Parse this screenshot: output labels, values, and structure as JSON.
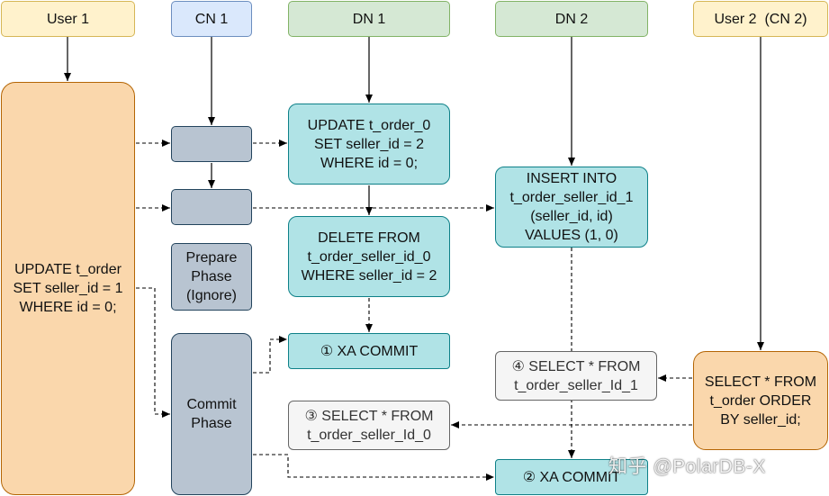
{
  "headers": {
    "user1": "User 1",
    "cn1": "CN 1",
    "dn1": "DN 1",
    "dn2": "DN 2",
    "user2": "User 2  (CN 2)"
  },
  "user1_sql": "UPDATE t_order\nSET seller_id = 1\nWHERE id = 0;",
  "cn1": {
    "prepare_phase": "Prepare\nPhase\n(Ignore)",
    "commit_phase": "Commit\nPhase"
  },
  "dn1": {
    "update": "UPDATE t_order_0\nSET seller_id = 2\nWHERE id = 0;",
    "delete": "DELETE FROM\nt_order_seller_id_0\nWHERE seller_id = 2",
    "xa_commit": "① XA COMMIT",
    "select": "③ SELECT * FROM\nt_order_seller_Id_0"
  },
  "dn2": {
    "insert": "INSERT INTO\nt_order_seller_id_1\n(seller_id, id)\nVALUES (1, 0)",
    "select": "④ SELECT * FROM\nt_order_seller_Id_1",
    "xa_commit": "② XA COMMIT"
  },
  "user2_sql": "SELECT * FROM\nt_order ORDER\nBY seller_id;",
  "watermark": "知乎 @PolarDB-X",
  "colors": {
    "user_fill": "#fff2cc",
    "cn_fill": "#dae8fc",
    "dn_fill": "#d5e8d4",
    "orange_fill": "#fad7ac",
    "slate_fill": "#b8c4d1",
    "teal_fill": "#b0e3e6",
    "grey_fill": "#f5f5f5"
  }
}
